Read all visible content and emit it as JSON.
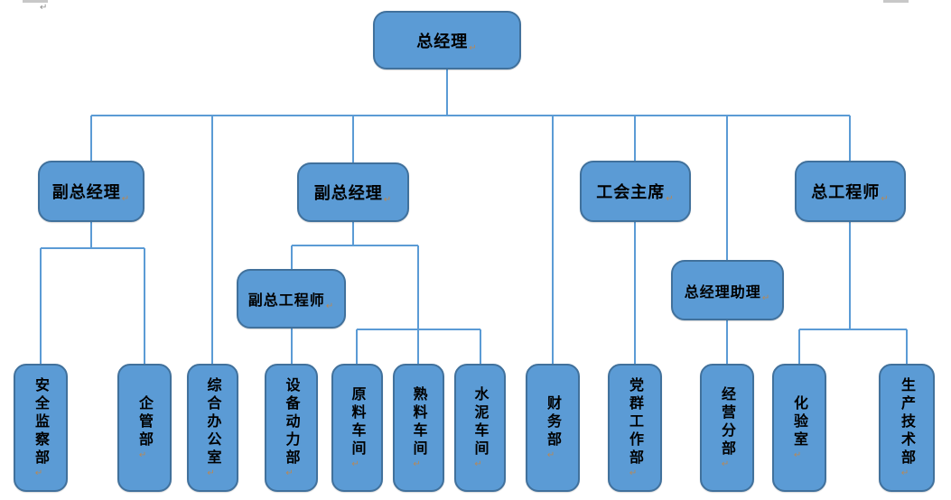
{
  "diagram_type": "org-chart",
  "colors": {
    "node_fill": "#5b9bd5",
    "node_border": "#41719c",
    "connector": "#5b9bd5",
    "label_text": "#000000",
    "return_mark": "#b5895a",
    "artifact_gray": "#c8c8c8"
  },
  "marks": {
    "return_mark": "↵"
  },
  "nodes": [
    {
      "id": "gm",
      "label": "总经理",
      "level": 1
    },
    {
      "id": "deputy-gm-1",
      "label": "副总经理",
      "level": 2
    },
    {
      "id": "deputy-gm-2",
      "label": "副总经理",
      "level": 2
    },
    {
      "id": "union-chairman",
      "label": "工会主席",
      "level": 2
    },
    {
      "id": "chief-engineer",
      "label": "总工程师",
      "level": 2
    },
    {
      "id": "deputy-chief-engineer",
      "label": "副总工程师",
      "level": 3
    },
    {
      "id": "gm-assistant",
      "label": "总经理助理",
      "level": 3
    },
    {
      "id": "safety-supervision-dept",
      "label": "安全监察部",
      "level": 4
    },
    {
      "id": "enterprise-mgmt-dept",
      "label": "企管部",
      "level": 4
    },
    {
      "id": "general-office",
      "label": "综合办公室",
      "level": 4
    },
    {
      "id": "equipment-power-dept",
      "label": "设备动力部",
      "level": 4
    },
    {
      "id": "raw-material-workshop",
      "label": "原料车间",
      "level": 4
    },
    {
      "id": "clinker-workshop",
      "label": "熟料车间",
      "level": 4
    },
    {
      "id": "cement-workshop",
      "label": "水泥车间",
      "level": 4
    },
    {
      "id": "finance-dept",
      "label": "财务部",
      "level": 4
    },
    {
      "id": "party-mass-work-dept",
      "label": "党群工作部",
      "level": 4
    },
    {
      "id": "operations-branch",
      "label": "经营分部",
      "level": 4
    },
    {
      "id": "laboratory",
      "label": "化验室",
      "level": 4
    },
    {
      "id": "production-tech-dept",
      "label": "生产技术部",
      "level": 4
    }
  ],
  "edges": [
    {
      "from": "gm",
      "to": "deputy-gm-1"
    },
    {
      "from": "gm",
      "to": "general-office"
    },
    {
      "from": "gm",
      "to": "deputy-gm-2"
    },
    {
      "from": "gm",
      "to": "finance-dept"
    },
    {
      "from": "gm",
      "to": "union-chairman"
    },
    {
      "from": "gm",
      "to": "gm-assistant"
    },
    {
      "from": "gm",
      "to": "chief-engineer"
    },
    {
      "from": "deputy-gm-1",
      "to": "safety-supervision-dept"
    },
    {
      "from": "deputy-gm-1",
      "to": "enterprise-mgmt-dept"
    },
    {
      "from": "deputy-gm-2",
      "to": "deputy-chief-engineer"
    },
    {
      "from": "deputy-gm-2",
      "to": "raw-material-workshop"
    },
    {
      "from": "deputy-gm-2",
      "to": "clinker-workshop"
    },
    {
      "from": "deputy-gm-2",
      "to": "cement-workshop"
    },
    {
      "from": "deputy-chief-engineer",
      "to": "equipment-power-dept"
    },
    {
      "from": "union-chairman",
      "to": "party-mass-work-dept"
    },
    {
      "from": "gm-assistant",
      "to": "operations-branch"
    },
    {
      "from": "chief-engineer",
      "to": "laboratory"
    },
    {
      "from": "chief-engineer",
      "to": "production-tech-dept"
    }
  ]
}
